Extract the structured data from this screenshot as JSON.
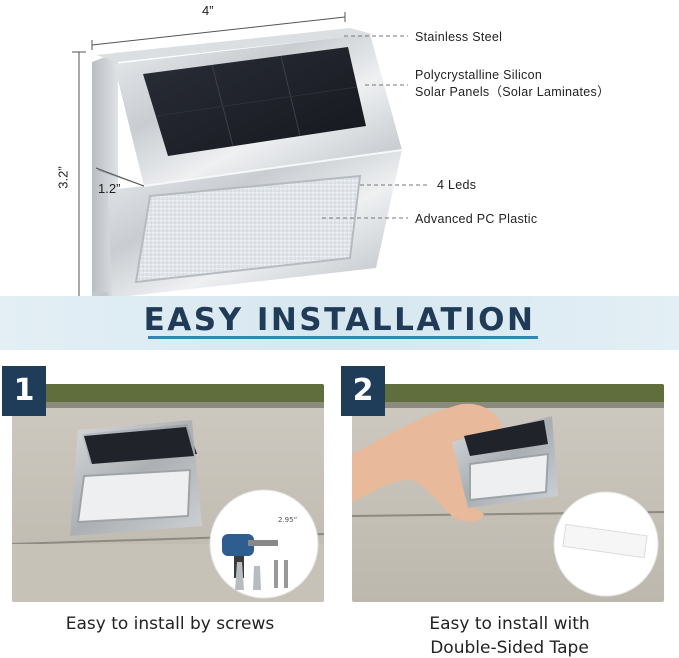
{
  "dimensions": {
    "width": "4”",
    "height": "3.2”",
    "depth": "1.2”"
  },
  "callouts": [
    {
      "id": "stainless",
      "lines": [
        "Stainless Steel"
      ]
    },
    {
      "id": "solar",
      "lines": [
        "Polycrystalline Silicon",
        "Solar Panels（Solar Laminates）"
      ]
    },
    {
      "id": "leds",
      "lines": [
        "4 Leds"
      ]
    },
    {
      "id": "plastic",
      "lines": [
        "Advanced PC Plastic"
      ]
    }
  ],
  "banner": {
    "title": "EASY INSTALLATION"
  },
  "steps": [
    {
      "number": "1",
      "caption": "Easy to install by screws",
      "detail_label": "2.95”"
    },
    {
      "number": "2",
      "caption_line1": "Easy to install with",
      "caption_line2": "Double-Sided Tape"
    }
  ],
  "colors": {
    "navy": "#1f3c59",
    "accent_blue": "#2f88b5",
    "banner_bg": "#d6e7f0"
  }
}
